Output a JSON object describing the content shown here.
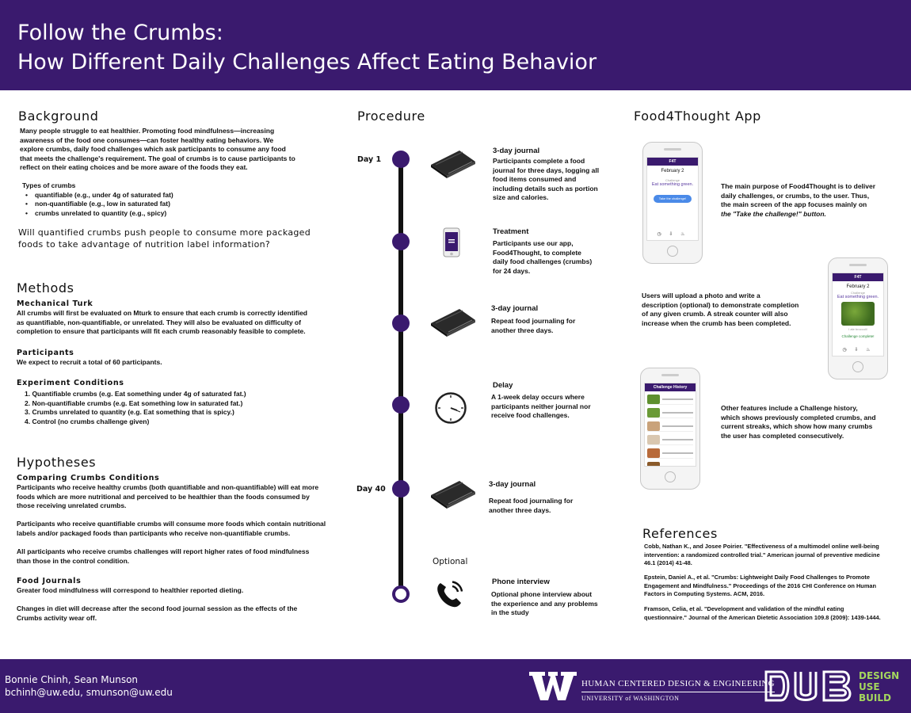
{
  "header": {
    "title_line1": "Follow the Crumbs:",
    "title_line2": "How Different Daily Challenges Affect Eating Behavior"
  },
  "background": {
    "heading": "Background",
    "intro": [
      "Many people struggle to eat healthier. Promoting food mindfulness—increasing",
      "awareness of the food one consumes—can foster healthy eating behaviors. We",
      "explore crumbs, daily food challenges which ask participants to consume any food",
      "that meets the challenge's requirement. The goal of crumbs is to cause participants to",
      "reflect on their eating choices and be more aware of the foods they eat."
    ],
    "types_heading": "Types of crumbs",
    "types": [
      "quantifiable (e.g., under 4g of saturated fat)",
      "non-quantifiable (e.g., low in saturated fat)",
      "crumbs unrelated to quantity (e.g., spicy)"
    ],
    "question_line1": "Will quantified crumbs push people to consume more packaged",
    "question_line2": "foods to take advantage of nutrition label information?"
  },
  "methods": {
    "heading": "Methods",
    "mturk_heading": "Mechanical Turk",
    "mturk_text": [
      "All crumbs will first be evaluated on Mturk to ensure that each crumb is correctly identified",
      "as quantifiable, non-quantifiable, or unrelated. They will also be evaluated on difficulty of",
      "completion to ensure that participants will fit each crumb reasonably feasible to complete."
    ],
    "participants_heading": "Participants",
    "participants_text": "We expect to recruit a total of 60 participants.",
    "conditions_heading": "Experiment Conditions",
    "conditions": [
      "1. Quantifiable crumbs (e.g. Eat something under 4g of saturated fat.)",
      "2. Non-quantifiable crumbs (e.g. Eat something low in saturated fat.)",
      "3. Crumbs unrelated to quantity (e.g. Eat something that is spicy.)",
      "4. Control (no crumbs challenge given)"
    ]
  },
  "hypotheses": {
    "heading": "Hypotheses",
    "comparing_heading": "Comparing Crumbs Conditions",
    "h1": [
      "Participants who receive healthy crumbs (both quantifiable and non-quantifiable) will eat more",
      "foods which are more nutritional and perceived to be healthier than the foods consumed by",
      "those receiving unrelated crumbs."
    ],
    "h2": [
      "Participants who receive quantifiable crumbs will consume more foods which contain nutritional",
      "labels and/or packaged foods than participants who receive non-quantifiable crumbs."
    ],
    "h3": [
      "All participants who receive crumbs challenges will report higher rates of food mindfulness",
      "than those in the control condition."
    ],
    "journals_heading": "Food Journals",
    "j1": "Greater food mindfulness will correspond to healthier reported dieting.",
    "j2": [
      "Changes in diet will decrease after the second food journal session as the effects of the",
      "Crumbs activity wear off."
    ]
  },
  "procedure": {
    "heading": "Procedure",
    "day1": "Day 1",
    "day40": "Day 40",
    "optional": "Optional",
    "steps": [
      {
        "title": "3-day journal",
        "desc": "Participants complete a food journal for three days, logging all food items consumed and including details such as portion size and calories.",
        "icon": "journal-icon"
      },
      {
        "title": "Treatment",
        "desc": "Participants use our app, Food4Thought, to complete daily food challenges (crumbs) for 24 days.",
        "icon": "phone-app-icon"
      },
      {
        "title": "3-day journal",
        "desc": "Repeat food journaling for another three days.",
        "icon": "journal-icon"
      },
      {
        "title": "Delay",
        "desc": "A 1-week delay occurs where participants neither journal nor receive food challenges.",
        "icon": "clock-icon"
      },
      {
        "title": "3-day journal",
        "desc": "Repeat food journaling for another three days.",
        "icon": "journal-icon"
      },
      {
        "title": "Phone interview",
        "desc": "Optional phone interview about the experience and any problems in the study",
        "icon": "phone-call-icon"
      }
    ]
  },
  "app": {
    "heading": "Food4Thought App",
    "p1_line1": "The main purpose of Food4Thought is to deliver",
    "p1_line2": "daily challenges, or crumbs, to the user. Thus,",
    "p1_line3": "the main screen of the app focuses mainly on",
    "p1_italic": "the \"Take the challenge!\" button.",
    "p2": [
      "Users will upload a photo and write a",
      "description (optional) to demonstrate completion",
      "of any given crumb. A streak counter will also",
      "increase when the crumb has been completed."
    ],
    "p3": [
      "Other features include a Challenge history,",
      "which shows previously completed crumbs, and",
      "current streaks, which show how many crumbs",
      "the user has completed consecutively."
    ],
    "screen1": {
      "date": "February 2",
      "label": "Challenge",
      "challenge": "Eat something green.",
      "button": "Take the challenge!"
    },
    "screen2": {
      "date": "February 2",
      "label": "Challenge",
      "challenge": "Eat something green.",
      "caption": "I ate broccoli!",
      "done": "Challenge complete!"
    },
    "screen3": {
      "title": "Challenge History"
    }
  },
  "references": {
    "heading": "References",
    "items": [
      [
        "Cobb, Nathan K., and Josee Poirier. \"Effectiveness of a multimodel online well-being",
        "intervention: a randomized controlled trial.\" American journal of preventive medicine",
        "46.1 (2014) 41-48."
      ],
      [
        "Epstein, Daniel A., et al. \"Crumbs: Lightweight Daily Food Challenges to Promote",
        "Engagement and Mindfulness.\" Proceedings of the 2016 CHI Conference on Human",
        "Factors in Computing Systems. ACM, 2016."
      ],
      [
        "Framson, Celia, et al. \"Development and validation of the mindful eating",
        "questionnaire.\" Journal of the American Dietetic Association 109.8 (2009): 1439-1444."
      ]
    ]
  },
  "footer": {
    "names": "Bonnie Chinh, Sean Munson",
    "emails": "bchinh@uw.edu, smunson@uw.edu",
    "uw_line1": "HUMAN CENTERED DESIGN & ENGINEERING",
    "uw_line2": "UNIVERSITY of WASHINGTON",
    "dub_logo": "DUB",
    "dub_words": [
      "DESIGN",
      "USE",
      "BUILD"
    ]
  },
  "colors": {
    "brand_purple": "#3a1a6e",
    "dub_green": "#a4d65e"
  }
}
